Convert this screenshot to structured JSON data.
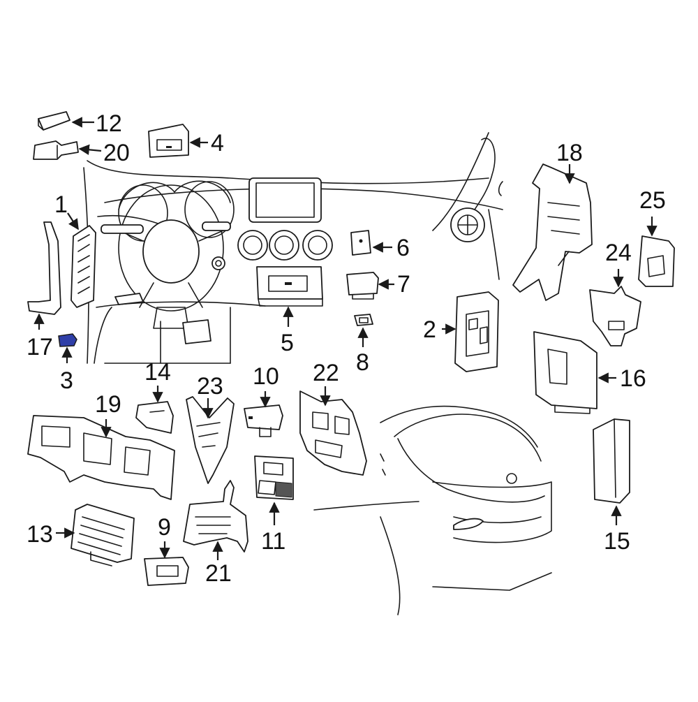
{
  "diagram": {
    "callouts": [
      "1",
      "2",
      "3",
      "4",
      "5",
      "6",
      "7",
      "8",
      "9",
      "10",
      "11",
      "12",
      "13",
      "14",
      "15",
      "16",
      "17",
      "18",
      "19",
      "20",
      "21",
      "22",
      "23",
      "24",
      "25"
    ],
    "highlight_color": "#2f3fa8",
    "line_color": "#1a1a1a"
  }
}
